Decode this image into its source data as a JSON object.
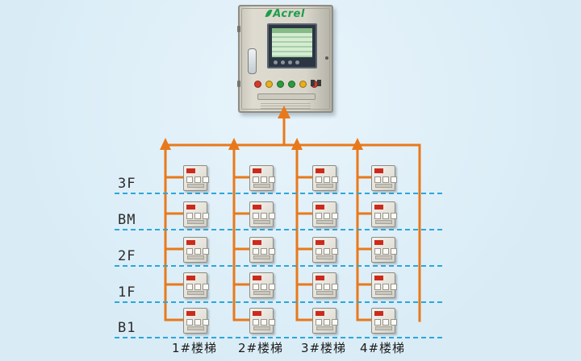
{
  "diagram": {
    "brand": "Acrel",
    "floors": [
      "3F",
      "BM",
      "2F",
      "1F",
      "B1"
    ],
    "stairs": [
      "1#楼梯",
      "2#楼梯",
      "3#楼梯",
      "4#楼梯"
    ],
    "grid": {
      "rows": 5,
      "cols": 4
    },
    "colors": {
      "background": "#D9ECF6",
      "wire": "#E8791B",
      "floor_divider": "#2BA7DC",
      "brand_green": "#1E9E4B",
      "device_tag_red": "#CB2B1D"
    },
    "cabinet": {
      "indicator_buttons": [
        "#D43B2A",
        "#E8B019",
        "#2A9B3F",
        "#2A9B3F",
        "#E8B019",
        "#D43B2A"
      ]
    }
  }
}
